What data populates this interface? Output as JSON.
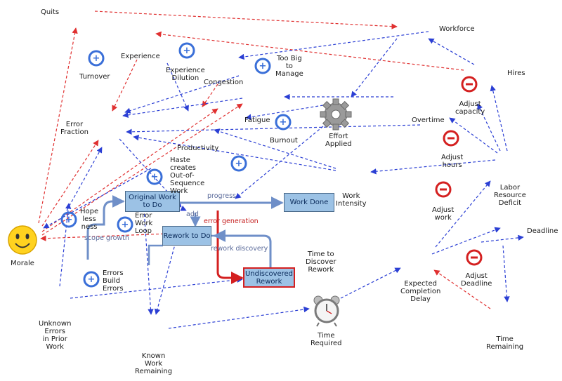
{
  "diagram": {
    "variables": {
      "quits": "Quits",
      "workforce": "Workforce",
      "experience": "Experience",
      "experience_dilution": "Experience\nDilution",
      "too_big_to_manage": "Too Big\nto\nManage",
      "turnover": "Turnover",
      "congestion": "Congestion",
      "hires": "Hires",
      "adjust_capacity": "Adjust\ncapacity",
      "error_fraction": "Error\nFraction",
      "fatigue": "Fatigue",
      "burnout": "Burnout",
      "effort_applied": "Effort\nApplied",
      "overtime": "Overtime",
      "productivity": "Productivity",
      "haste": "Haste\ncreates\nOut-of-\nSequence\nWork",
      "adjust_hours": "Adjust\nhours",
      "labor_deficit": "Labor\nResource\nDeficit",
      "hope_less_ness": "Hope\nless\nness",
      "error_work_loop": "Error\nWork\nLoop",
      "work_intensity": "Work\nIntensity",
      "adjust_work": "Adjust\nwork",
      "deadline": "Deadline",
      "morale": "Morale",
      "time_to_discover": "Time to\nDiscover\nRework",
      "errors_build_errors": "Errors\nBuild\nErrors",
      "adjust_deadline": "Adjust\nDeadline",
      "expected_completion": "Expected\nCompletion\nDelay",
      "unknown_errors": "Unknown\nErrors\nin Prior\nWork",
      "time_required": "Time\nRequired",
      "time_remaining": "Time\nRemaining",
      "known_work_remaining": "Known\nWork\nRemaining"
    },
    "stocks": {
      "original_work": "Original Work\nto Do",
      "work_done": "Work Done",
      "rework": "Rework to Do",
      "undiscovered_rework": "Undiscovered\nRework"
    },
    "flows": {
      "progress": "progress",
      "add": "add",
      "error_generation": "error generation",
      "rework_discovery": "rework discovery",
      "scope_growth": "scope growth"
    },
    "colors": {
      "causal_link": "#2b3fd4",
      "negative_link": "#e03030",
      "stock_fill": "#9cc2e5",
      "flow_pipe": "#6f8fc8",
      "error_flow": "#d42020",
      "loop_reinforcing": "#3a6fd8",
      "loop_balancing": "#d42020"
    },
    "icons": [
      "gear-icon",
      "alarm-clock-icon",
      "smiley-icon",
      "reinforcing-loop-icon",
      "balancing-loop-icon"
    ]
  }
}
